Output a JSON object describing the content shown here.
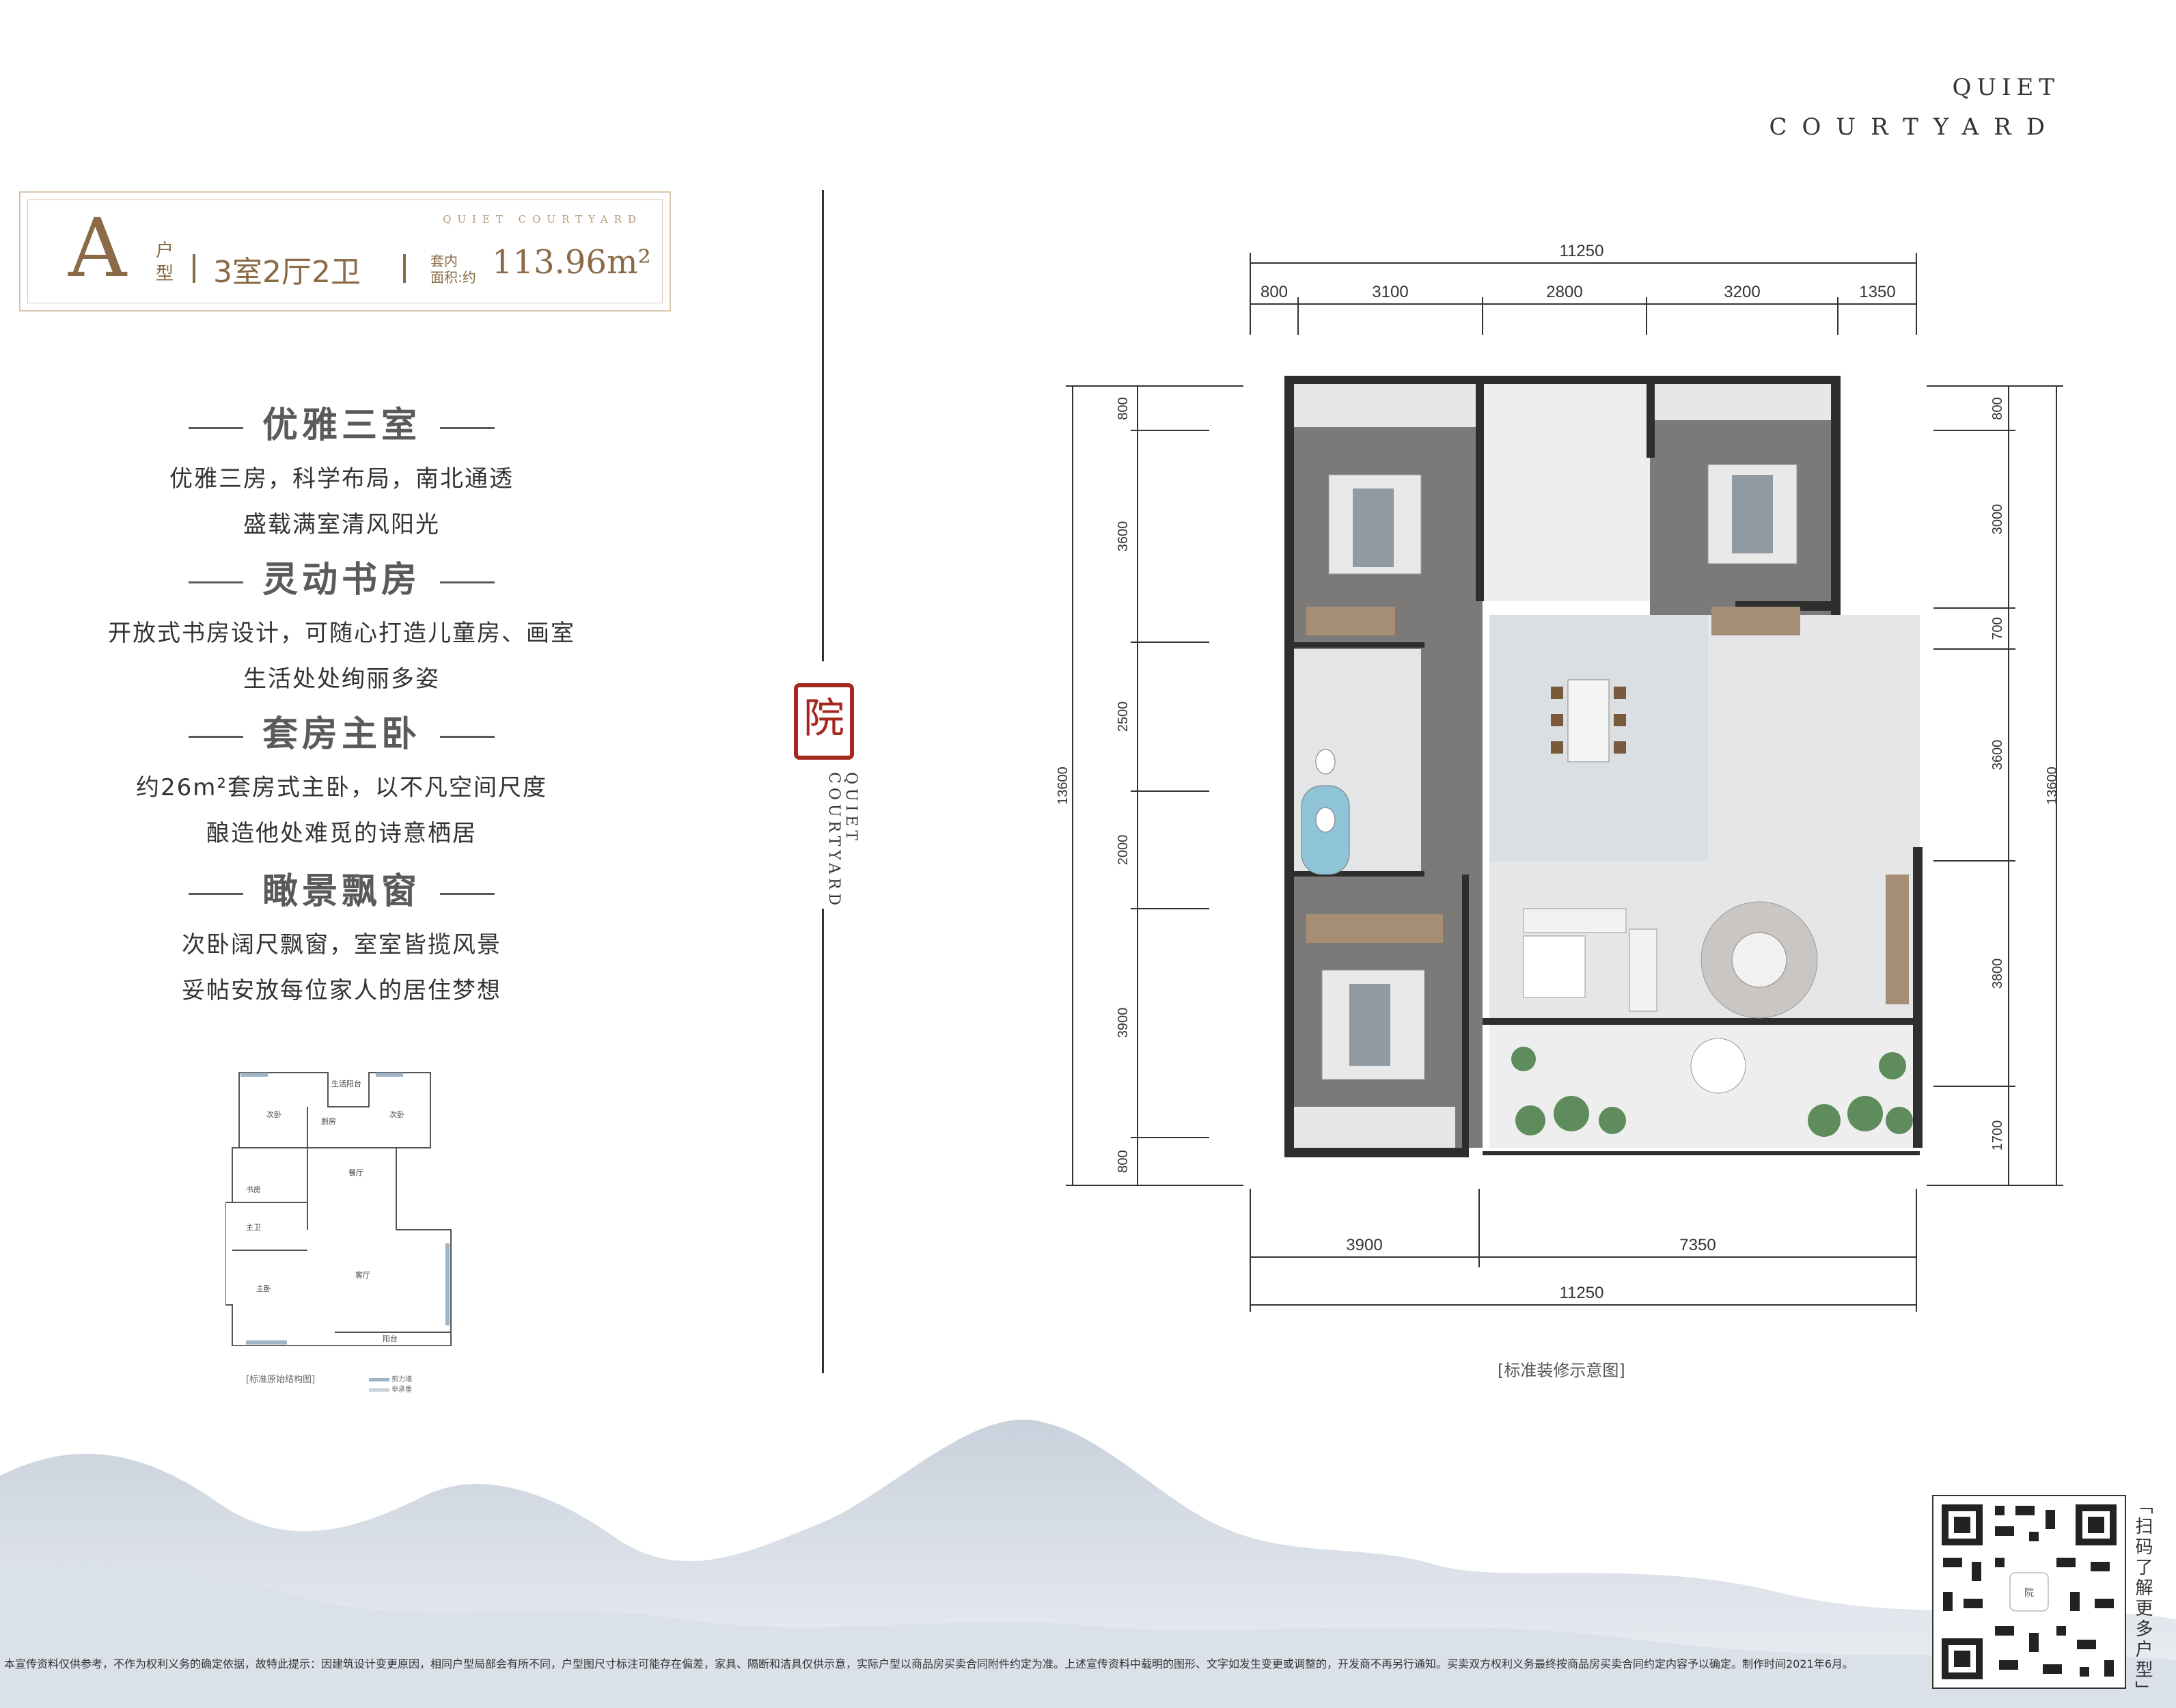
{
  "header": {
    "brand_line1": "QUIET",
    "brand_line2": "COURTYARD"
  },
  "unit_type": {
    "box_subtitle": "QUIET COURTYARD",
    "letter": "A",
    "label_hu": "户",
    "label_xing": "型",
    "rooms": "3室2厅2卫",
    "area_label_line1": "套内",
    "area_label_line2": "面积:约",
    "area_value": "113.96m²"
  },
  "features": [
    {
      "title": "优雅三室",
      "lines": [
        "优雅三房，科学布局，南北通透",
        "盛载满室清风阳光"
      ]
    },
    {
      "title": "灵动书房",
      "lines": [
        "开放式书房设计，可随心打造儿童房、画室",
        "生活处处绚丽多姿"
      ]
    },
    {
      "title": "套房主卧",
      "lines": [
        "约26m²套房式主卧，以不凡空间尺度",
        "酿造他处难觅的诗意栖居"
      ]
    },
    {
      "title": "瞰景飘窗",
      "lines": [
        "次卧阔尺飘窗，室室皆揽风景",
        "妥帖安放每位家人的居住梦想"
      ]
    }
  ],
  "seal": {
    "char": "院",
    "vertical_line1": "QUIET",
    "vertical_line2": "COURTYARD"
  },
  "mini_plan": {
    "caption": "[标准原始结构图]",
    "legend": [
      "剪力墙",
      "非承重"
    ],
    "rooms": [
      "次卧",
      "生活阳台",
      "厨房",
      "次卧",
      "餐厅",
      "书房",
      "主卫",
      "客厅",
      "主卧",
      "阳台"
    ]
  },
  "dimensions": {
    "top_total": "11250",
    "top_segments": [
      "800",
      "3100",
      "2800",
      "3200",
      "1350"
    ],
    "bottom_segments": [
      "3900",
      "7350"
    ],
    "bottom_total": "11250",
    "left_segments": [
      "800",
      "3600",
      "2500",
      "2000",
      "3900",
      "800"
    ],
    "left_total": "13600",
    "right_segments": [
      "800",
      "3000",
      "700",
      "3600",
      "3800",
      "1700"
    ],
    "right_total": "13600"
  },
  "plan_caption": "[标准装修示意图]",
  "footer_disclaimer": "本宣传资料仅供参考，不作为权利义务的确定依据，故特此提示：因建筑设计变更原因，相同户型局部会有所不同，户型图尺寸标注可能存在偏差，家具、隔断和洁具仅供示意，实际户型以商品房买卖合同附件约定为准。上述宣传资料中载明的图形、文字如发生变更或调整的，开发商不再另行通知。买卖双方权利义务最终按商品房买卖合同约定内容予以确定。制作时间2021年6月。",
  "qr": {
    "note": "「扫码了解更多户型」"
  },
  "colors": {
    "accent": "#8a6a47",
    "seal": "#a5281f",
    "wall": "#2e2e2e",
    "floor_wood": "#7c7a78"
  }
}
